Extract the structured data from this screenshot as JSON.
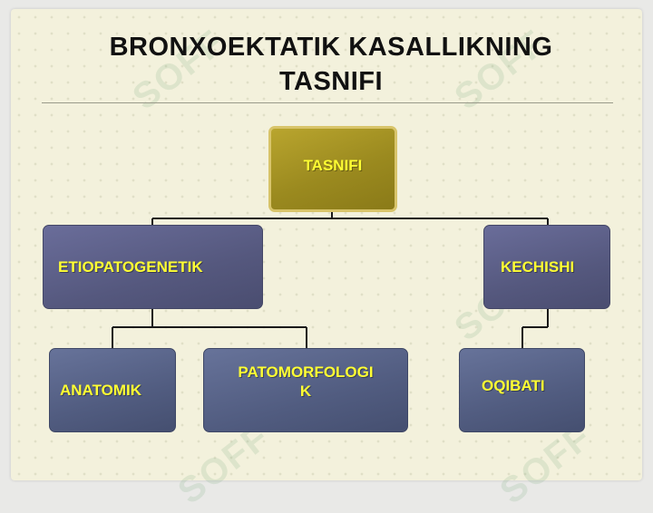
{
  "title": {
    "line1": "BRONXOEKTATIK  KASALLIKNING",
    "line2": "TASNIFI"
  },
  "watermark": "SOFF",
  "nodes": {
    "root": "TASNIFI",
    "etiopatogenetik": "ETIOPATOGENETIK",
    "kechishi": "KECHISHI",
    "anatomik": "ANATOMIK",
    "patomorfologik_line1": "PATOMORFOLOGI",
    "patomorfologik_line2": "K",
    "oqibati": "OQIBATI"
  },
  "colors": {
    "root_fill": "#9b8a1f",
    "child_fill": "#55587e",
    "leaf_fill": "#515c80",
    "label_text": "#ffff33"
  }
}
